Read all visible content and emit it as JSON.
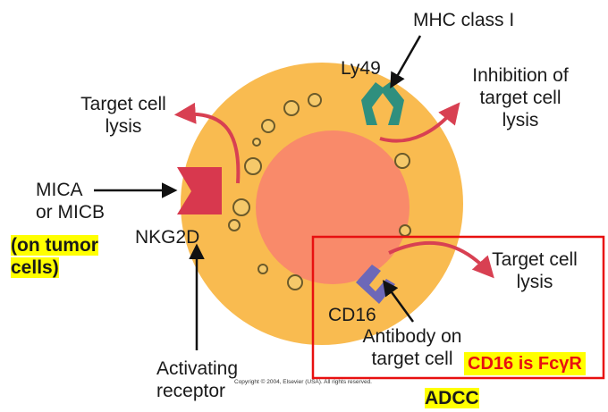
{
  "labels": {
    "mhc": "MHC class I",
    "ly49": "Ly49",
    "inhibition": [
      "Inhibition of",
      "target cell",
      "lysis"
    ],
    "target_lysis_left": [
      "Target cell",
      "lysis"
    ],
    "mica": [
      "MICA",
      "or MICB"
    ],
    "on_tumor": [
      "(on tumor",
      "cells)"
    ],
    "nkg2d": "NKG2D",
    "activating": [
      "Activating",
      "receptor"
    ],
    "target_lysis_right": [
      "Target cell",
      "lysis"
    ],
    "cd16": "CD16",
    "antibody": [
      "Antibody on",
      "target cell"
    ],
    "cd16_fcr": "CD16 is FcγR",
    "adcc": "ADCC",
    "copyright": "Copyright © 2004, Elsevier (USA). All rights reserved."
  },
  "colors": {
    "cell_outer": "#f9bb50",
    "nucleus": "#f98a6a",
    "granule": "#b49a4a",
    "ly49": "#2f8f7e",
    "nkg2d": "#d8384e",
    "cd16": "#6d68b8",
    "arrow_red": "#d84052",
    "box_red": "#e81010",
    "highlight": "#ffff00"
  }
}
